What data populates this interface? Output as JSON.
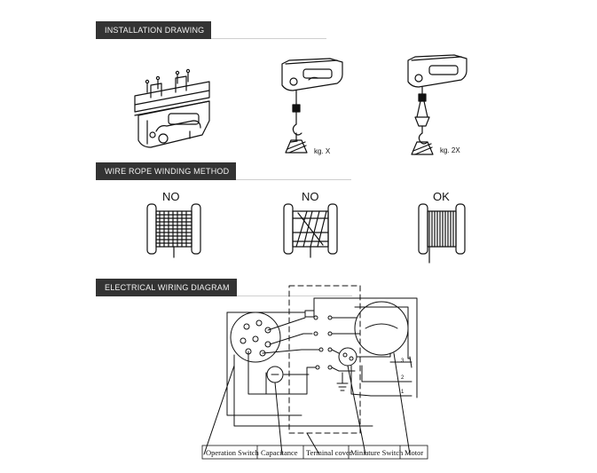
{
  "sections": {
    "installation": "INSTALLATION DRAWING",
    "winding": "WIRE ROPE WINDING METHOD",
    "wiring": "ELECTRICAL WIRING DIAGRAM"
  },
  "installation": {
    "load_single": "kg.  X",
    "load_double": "kg.  2X"
  },
  "winding": {
    "drum1_label": "NO",
    "drum2_label": "NO",
    "drum3_label": "OK"
  },
  "wiring": {
    "labels": [
      "Operation Switch",
      "Capacitance",
      "Terminal cover",
      "Miniature Switch",
      "Motor"
    ],
    "terminal_numbers": [
      "3",
      "2",
      "1"
    ]
  }
}
